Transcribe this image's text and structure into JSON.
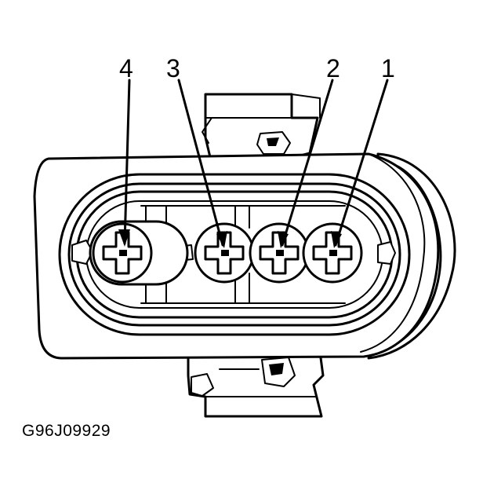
{
  "diagram": {
    "pins": [
      {
        "label": "4"
      },
      {
        "label": "3"
      },
      {
        "label": "2"
      },
      {
        "label": "1"
      }
    ],
    "figure_code": "G96J09929"
  }
}
